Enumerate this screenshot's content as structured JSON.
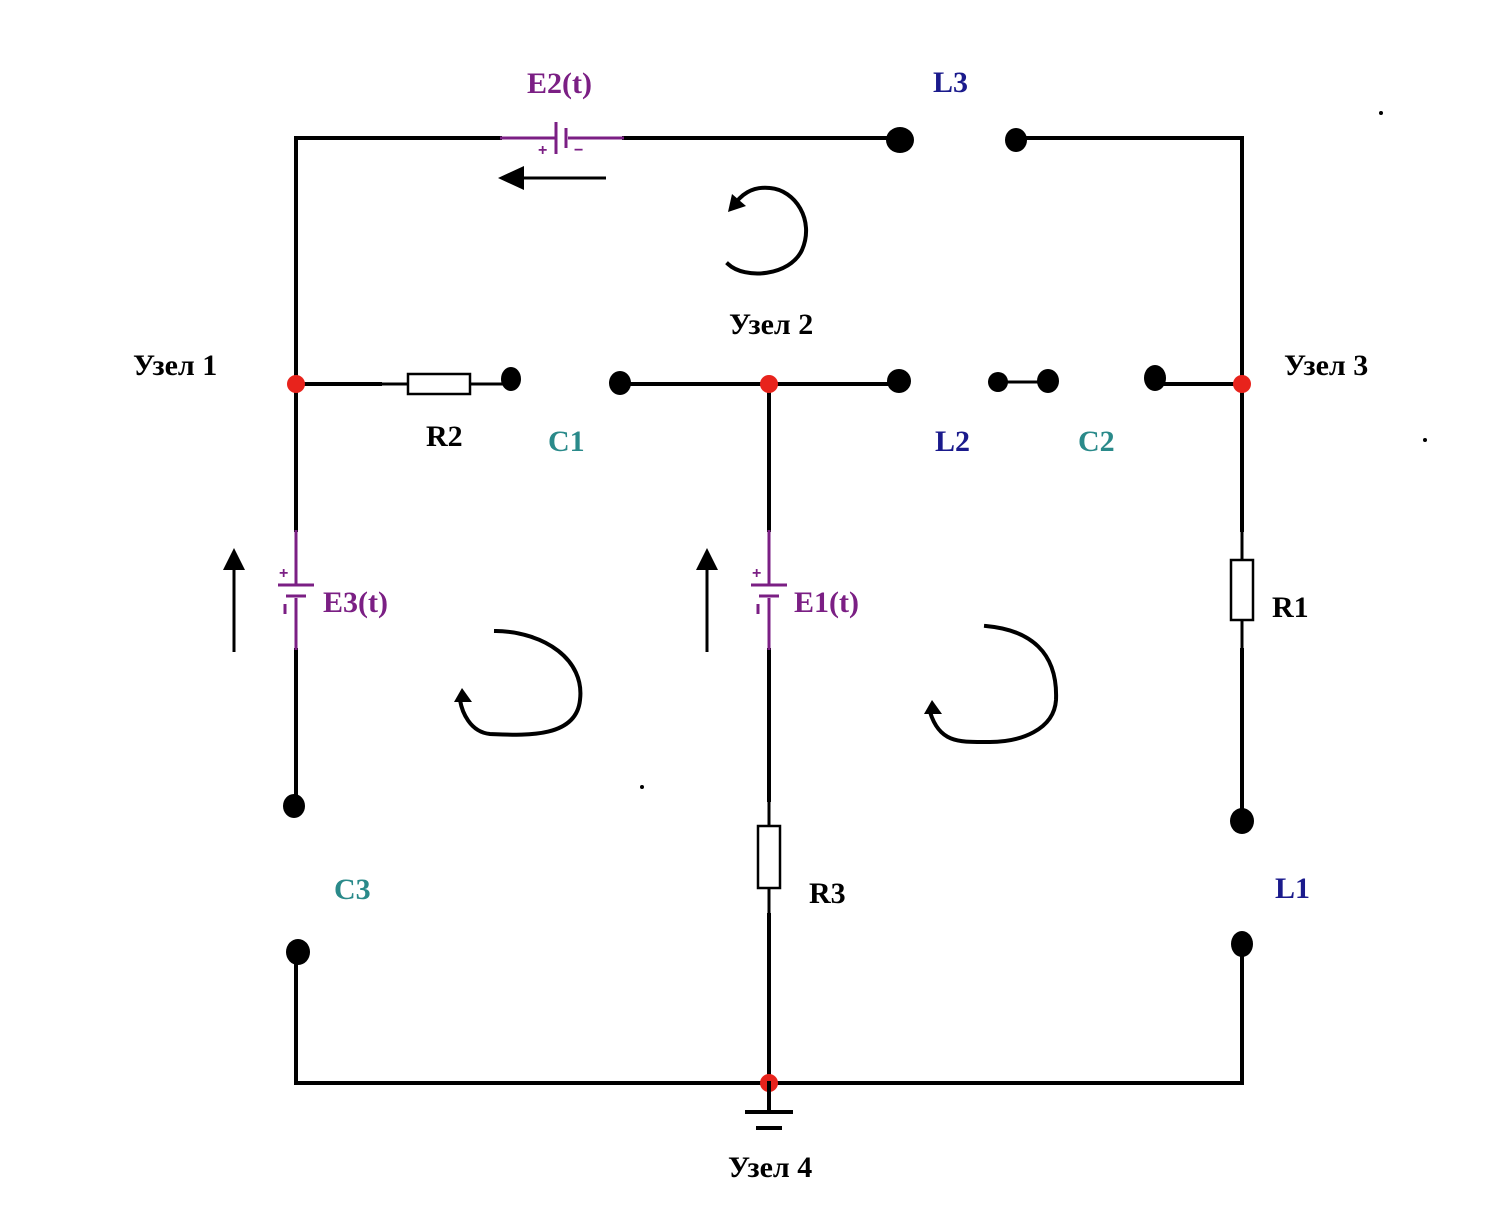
{
  "colors": {
    "wire": "#000000",
    "node": "#e8231c",
    "source": "#7b1f84",
    "inductor": "#1a1a8c",
    "capacitor": "#2a8a8a",
    "resistor_label": "#000000",
    "node_label": "#000000"
  },
  "nodes": {
    "node1": "Узел 1",
    "node2": "Узел 2",
    "node3": "Узел 3",
    "node4": "Узел 4"
  },
  "sources": {
    "e1": "E1(t)",
    "e2": "E2(t)",
    "e3": "E3(t)"
  },
  "resistors": {
    "r1": "R1",
    "r2": "R2",
    "r3": "R3"
  },
  "capacitors": {
    "c1": "C1",
    "c2": "C2",
    "c3": "C3"
  },
  "inductors": {
    "l1": "L1",
    "l2": "L2",
    "l3": "L3"
  },
  "polarity": {
    "plus": "+",
    "minus": "−"
  }
}
